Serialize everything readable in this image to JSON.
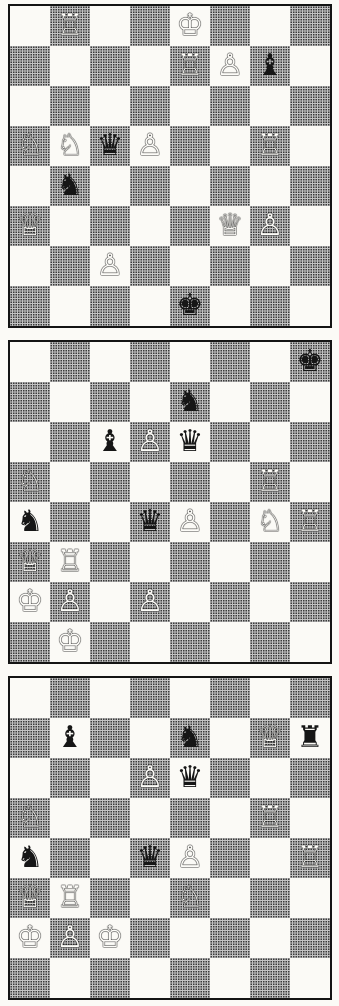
{
  "glyphs": {
    "wk": "♔",
    "wq": "♕",
    "wr": "♖",
    "wb": "♗",
    "wn": "♘",
    "wp": "♙",
    "bk": "♚",
    "bq": "♛",
    "br": "♜",
    "bb": "♝",
    "bn": "♞",
    "bp": "♟"
  },
  "boards": [
    {
      "id": "board-1",
      "pieces": [
        {
          "p": "wr",
          "sq": "b8"
        },
        {
          "p": "wk",
          "sq": "e8"
        },
        {
          "p": "wr",
          "sq": "e7"
        },
        {
          "p": "wp",
          "sq": "f7"
        },
        {
          "p": "bb",
          "sq": "g7"
        },
        {
          "p": "wn",
          "sq": "a5"
        },
        {
          "p": "wn",
          "sq": "b5"
        },
        {
          "p": "bq",
          "sq": "c5"
        },
        {
          "p": "wp",
          "sq": "d5"
        },
        {
          "p": "wr",
          "sq": "g5"
        },
        {
          "p": "bn",
          "sq": "b4"
        },
        {
          "p": "wq",
          "sq": "a3"
        },
        {
          "p": "wq",
          "sq": "f3"
        },
        {
          "p": "wp",
          "sq": "g3"
        },
        {
          "p": "wp",
          "sq": "c2"
        },
        {
          "p": "bk",
          "sq": "e1"
        }
      ]
    },
    {
      "id": "board-2",
      "pieces": [
        {
          "p": "bk",
          "sq": "h8"
        },
        {
          "p": "bn",
          "sq": "e7"
        },
        {
          "p": "bb",
          "sq": "c6"
        },
        {
          "p": "wp",
          "sq": "d6"
        },
        {
          "p": "bq",
          "sq": "e6"
        },
        {
          "p": "wn",
          "sq": "a5"
        },
        {
          "p": "wr",
          "sq": "g5"
        },
        {
          "p": "bn",
          "sq": "a4"
        },
        {
          "p": "bq",
          "sq": "d4"
        },
        {
          "p": "wp",
          "sq": "e4"
        },
        {
          "p": "wn",
          "sq": "g4"
        },
        {
          "p": "wr",
          "sq": "h4"
        },
        {
          "p": "wq",
          "sq": "a3"
        },
        {
          "p": "wr",
          "sq": "b3"
        },
        {
          "p": "wk",
          "sq": "a2"
        },
        {
          "p": "wp",
          "sq": "b2"
        },
        {
          "p": "wp",
          "sq": "d2"
        },
        {
          "p": "wk",
          "sq": "b1"
        }
      ]
    },
    {
      "id": "board-3",
      "pieces": [
        {
          "p": "bb",
          "sq": "b7"
        },
        {
          "p": "bn",
          "sq": "e7"
        },
        {
          "p": "wq",
          "sq": "g7"
        },
        {
          "p": "br",
          "sq": "h7"
        },
        {
          "p": "wp",
          "sq": "d6"
        },
        {
          "p": "bq",
          "sq": "e6"
        },
        {
          "p": "wn",
          "sq": "a5"
        },
        {
          "p": "wr",
          "sq": "g5"
        },
        {
          "p": "bn",
          "sq": "a4"
        },
        {
          "p": "bq",
          "sq": "d4"
        },
        {
          "p": "wp",
          "sq": "e4"
        },
        {
          "p": "wr",
          "sq": "h4"
        },
        {
          "p": "wq",
          "sq": "a3"
        },
        {
          "p": "wr",
          "sq": "b3"
        },
        {
          "p": "wn",
          "sq": "e3"
        },
        {
          "p": "wk",
          "sq": "a2"
        },
        {
          "p": "wp",
          "sq": "b2"
        },
        {
          "p": "wk",
          "sq": "c2"
        }
      ]
    }
  ]
}
